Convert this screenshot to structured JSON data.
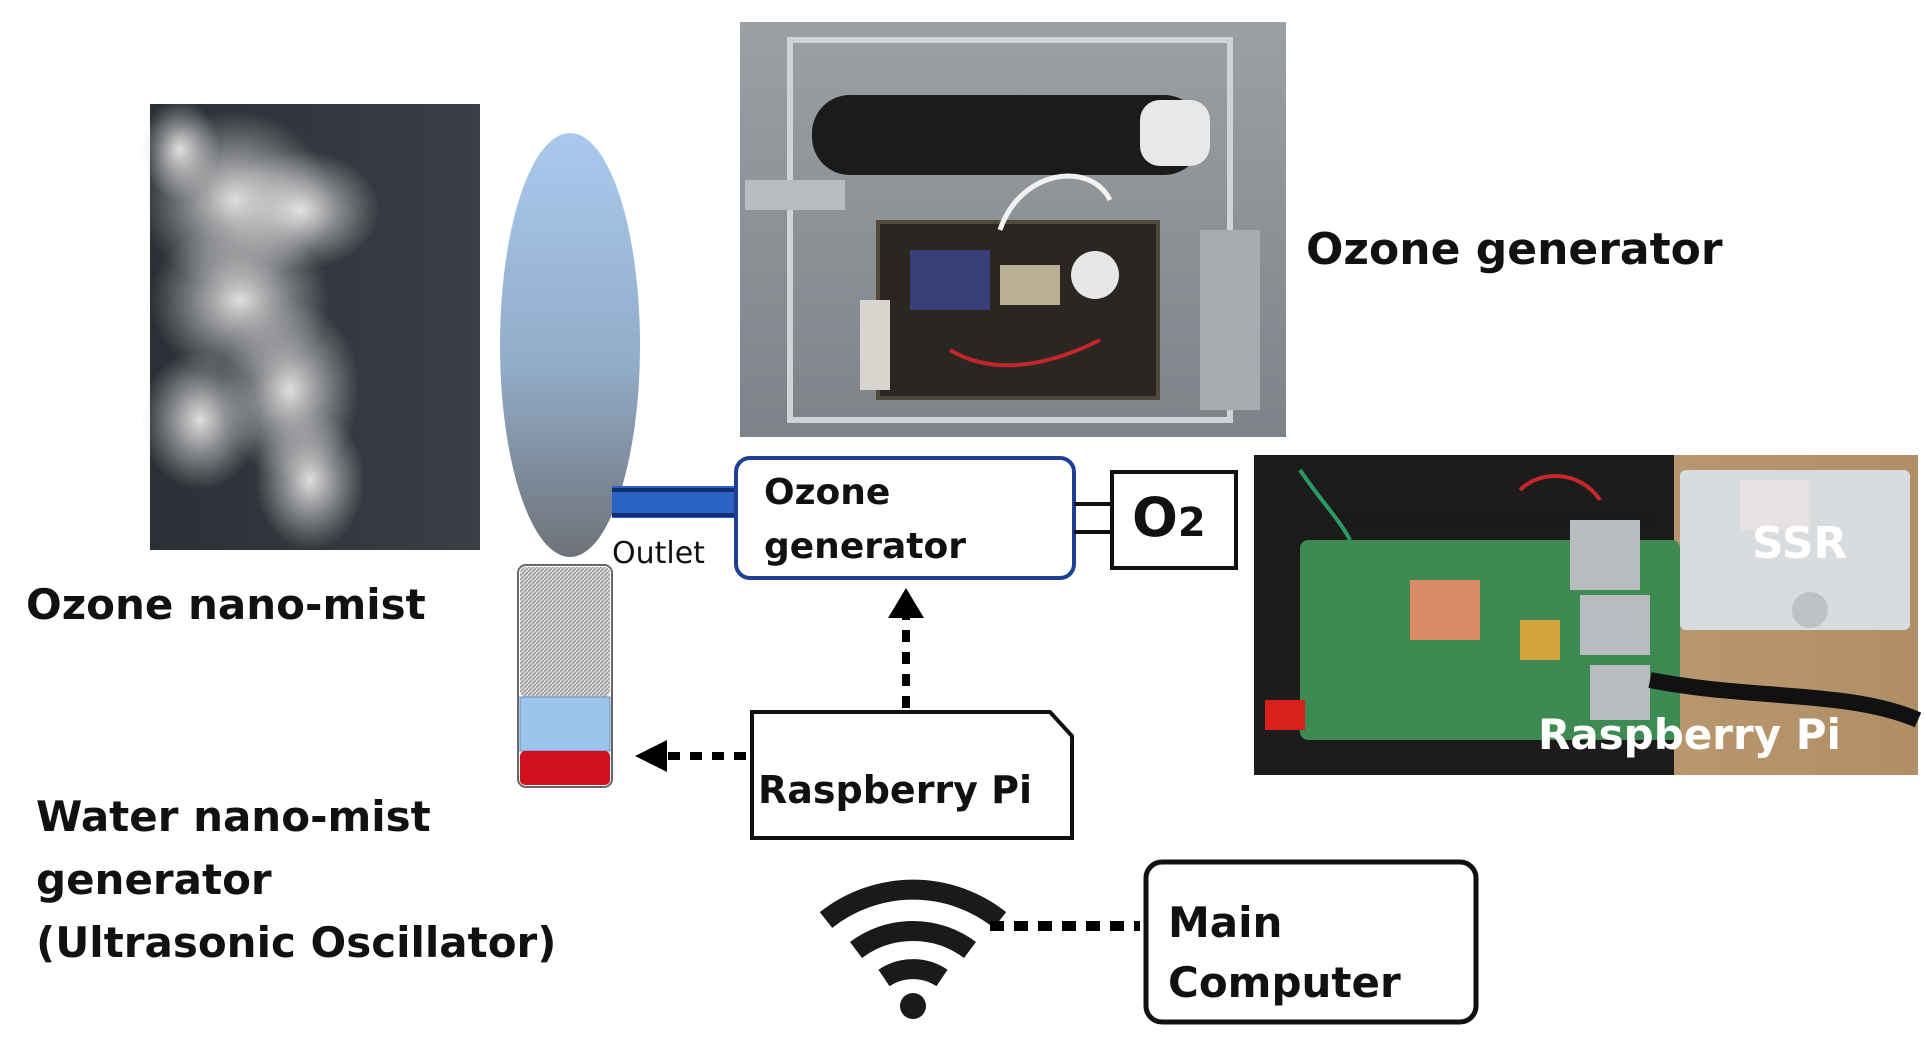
{
  "labels": {
    "ozone_nanomist": "Ozone nano-mist",
    "water_generator": [
      "Water nano-mist",
      "generator",
      "(Ultrasonic Oscillator)"
    ],
    "ozone_generator_photo": "Ozone generator",
    "outlet": "Outlet",
    "ozone_generator_box": [
      "Ozone",
      "generator"
    ],
    "o2": "O",
    "o2_sub": "2",
    "raspberry_pi_box": "Raspberry Pi",
    "main_computer": [
      "Main",
      "Computer"
    ],
    "ssr": "SSR",
    "raspberry_pi_photo": "Raspberry Pi"
  },
  "icons": {
    "wifi": "wifi-icon"
  },
  "colors": {
    "tube": "#2b63c4",
    "box_border": "#1f3f95",
    "mist": "#9fc3ea",
    "water": "#9cc4ec",
    "oscillator": "#d0101c"
  }
}
